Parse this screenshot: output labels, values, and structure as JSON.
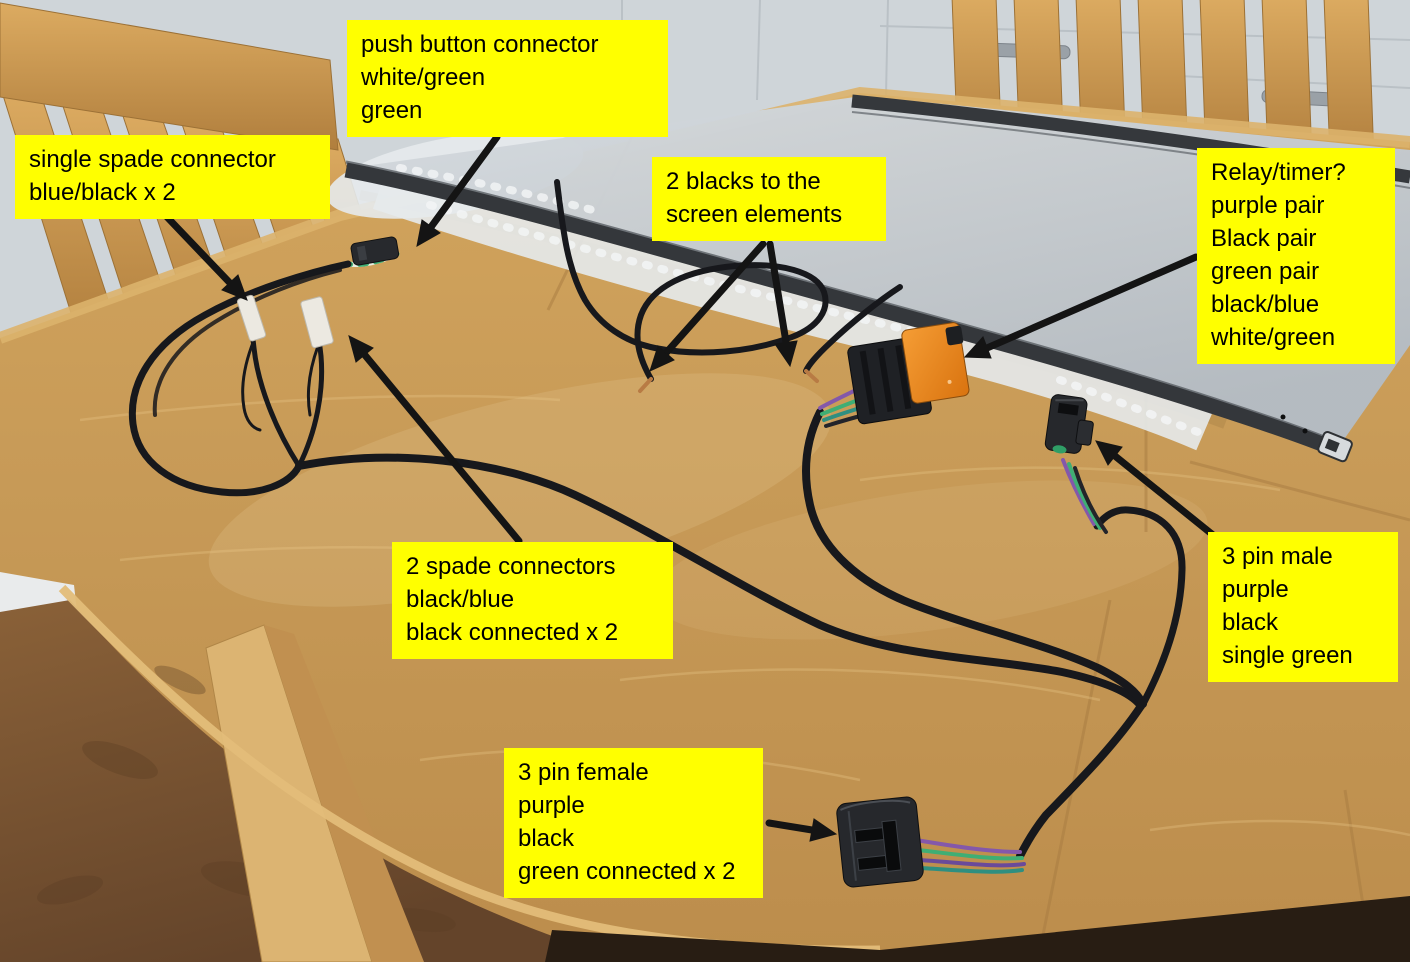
{
  "labels": [
    {
      "id": "push-button-connector",
      "lines": [
        "push button connector",
        "white/green",
        "green"
      ]
    },
    {
      "id": "single-spade-connector",
      "lines": [
        "single spade connector",
        "blue/black x 2"
      ]
    },
    {
      "id": "screen-blacks",
      "lines": [
        "2 blacks to the",
        "screen elements"
      ]
    },
    {
      "id": "relay-timer",
      "lines": [
        "Relay/timer?",
        "purple pair",
        "Black pair",
        "green pair",
        "black/blue",
        "white/green"
      ]
    },
    {
      "id": "two-spade-connectors",
      "lines": [
        "2 spade connectors",
        "black/blue",
        "black connected x 2"
      ]
    },
    {
      "id": "three-pin-male",
      "lines": [
        "3 pin male",
        "purple",
        "black",
        "single green"
      ]
    },
    {
      "id": "three-pin-female",
      "lines": [
        "3 pin female",
        "purple",
        "black",
        "green connected x 2"
      ]
    }
  ],
  "colors": {
    "label_background": "#ffff00",
    "label_text": "#000000",
    "arrow_black": "#141414",
    "relay_orange": "#e8821a",
    "wire_black": "#17181c",
    "wire_purple": "#8458aa",
    "wire_green": "#3fae74",
    "wire_white_green": "#e9efe2",
    "copper": "#b87b44",
    "table_wood": "#c79a57",
    "floor_cork": "#7d5634",
    "wall_cabinet": "#cfd5d9",
    "glass": "#c3cad1",
    "screen_frame": "#34373b",
    "bubble_wrap": "#e6eaec",
    "chair_oak": "#c98f46"
  }
}
